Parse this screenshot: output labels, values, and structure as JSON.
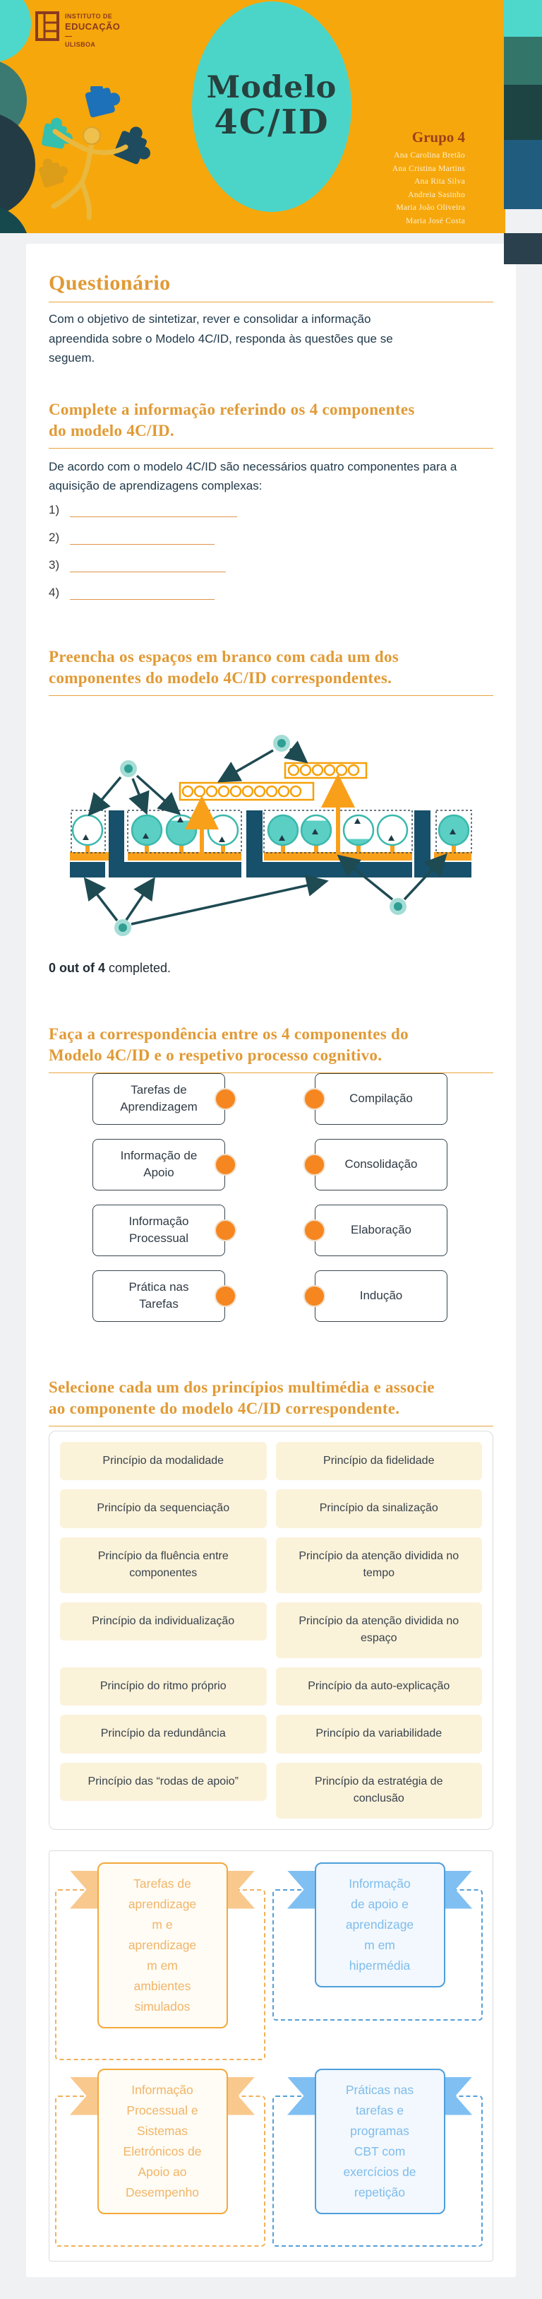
{
  "header": {
    "logo": {
      "line1": "INSTITUTO DE",
      "line2": "EDUCAÇÃO",
      "dash": "—",
      "line3": "ULISBOA"
    },
    "title_line1": "Modelo",
    "title_line2": "4C/ID",
    "group_label": "Grupo 4",
    "members": [
      "Ana Carolina Bretão",
      "Ana Cristina Martins",
      "Ana Rita Silva",
      "Andreia Sasinho",
      "Maria João Oliveira",
      "Maria José  Costa"
    ]
  },
  "intro": {
    "heading": "Questionário",
    "body": "Com o objetivo de sintetizar, rever e consolidar a informação\napreendida sobre o Modelo 4C/ID, responda às questões que se\nseguem."
  },
  "fill_in": {
    "heading": "Complete a informação referindo os 4 componentes\ndo modelo 4C/ID.",
    "body": "De acordo com o modelo 4C/ID são necessários quatro componentes para a\naquisição de aprendizagens complexas:",
    "numbers": [
      "1)",
      "2)",
      "3)",
      "4)"
    ]
  },
  "diagram": {
    "heading": "Preencha os espaços em branco com cada um dos\ncomponentes do modelo 4C/ID correspondentes.",
    "progress_value": "0 out of 4",
    "progress_suffix": " completed."
  },
  "matching": {
    "heading": "Faça a correspondência entre os 4 componentes do\nModelo 4C/ID e o respetivo processo cognitivo.",
    "left": [
      "Tarefas de\nAprendizagem",
      "Informação de\nApoio",
      "Informação\nProcessual",
      "Prática nas\nTarefas"
    ],
    "right": [
      "Compilação",
      "Consolidação",
      "Elaboração",
      "Indução"
    ]
  },
  "principles": {
    "heading": "Selecione cada um dos princípios multimédia e associe\nao componente do modelo 4C/ID correspondente.",
    "items": [
      "Princípio da modalidade",
      "Princípio da fidelidade",
      "Princípio da sequenciação",
      "Princípio da sinalização",
      "Princípio da fluência entre componentes",
      "Princípio da atenção dividida no tempo",
      "Princípio da individualização",
      "Princípio da atenção dividida no espaço",
      "Princípio do ritmo próprio",
      "Princípio da auto-explicação",
      "Princípio da redundância",
      "Princípio da variabilidade",
      "Princípio das “rodas de apoio”",
      "Princípio da estratégia de conclusão"
    ]
  },
  "categories": {
    "items": [
      {
        "label": "Tarefas de\naprendizage\nm e\naprendizage\nm em\nambientes\nsimulados",
        "color": "orange"
      },
      {
        "label": "Informação\nde apoio e\naprendizage\nm em\nhipermédia",
        "color": "blue"
      },
      {
        "label": "Informação\nProcessual e\nSistemas\nEletrónicos de\nApoio ao\nDesempenho",
        "color": "orange"
      },
      {
        "label": "Práticas nas\ntarefas e\nprogramas\nCBT com\nexercícios de\nrepetição",
        "color": "blue"
      }
    ]
  },
  "colors": {
    "header_orange": "#F6A70B",
    "title_teal": "#4BD5C9",
    "heading_orange": "#E19A35",
    "diagram_navy": "#17506B",
    "diagram_teal": "#5BCFC4",
    "connector_orange": "#F6861F",
    "principle_cream": "#FBF2DA",
    "category_orange": "#F2A93B",
    "category_blue": "#4D9FDC"
  }
}
